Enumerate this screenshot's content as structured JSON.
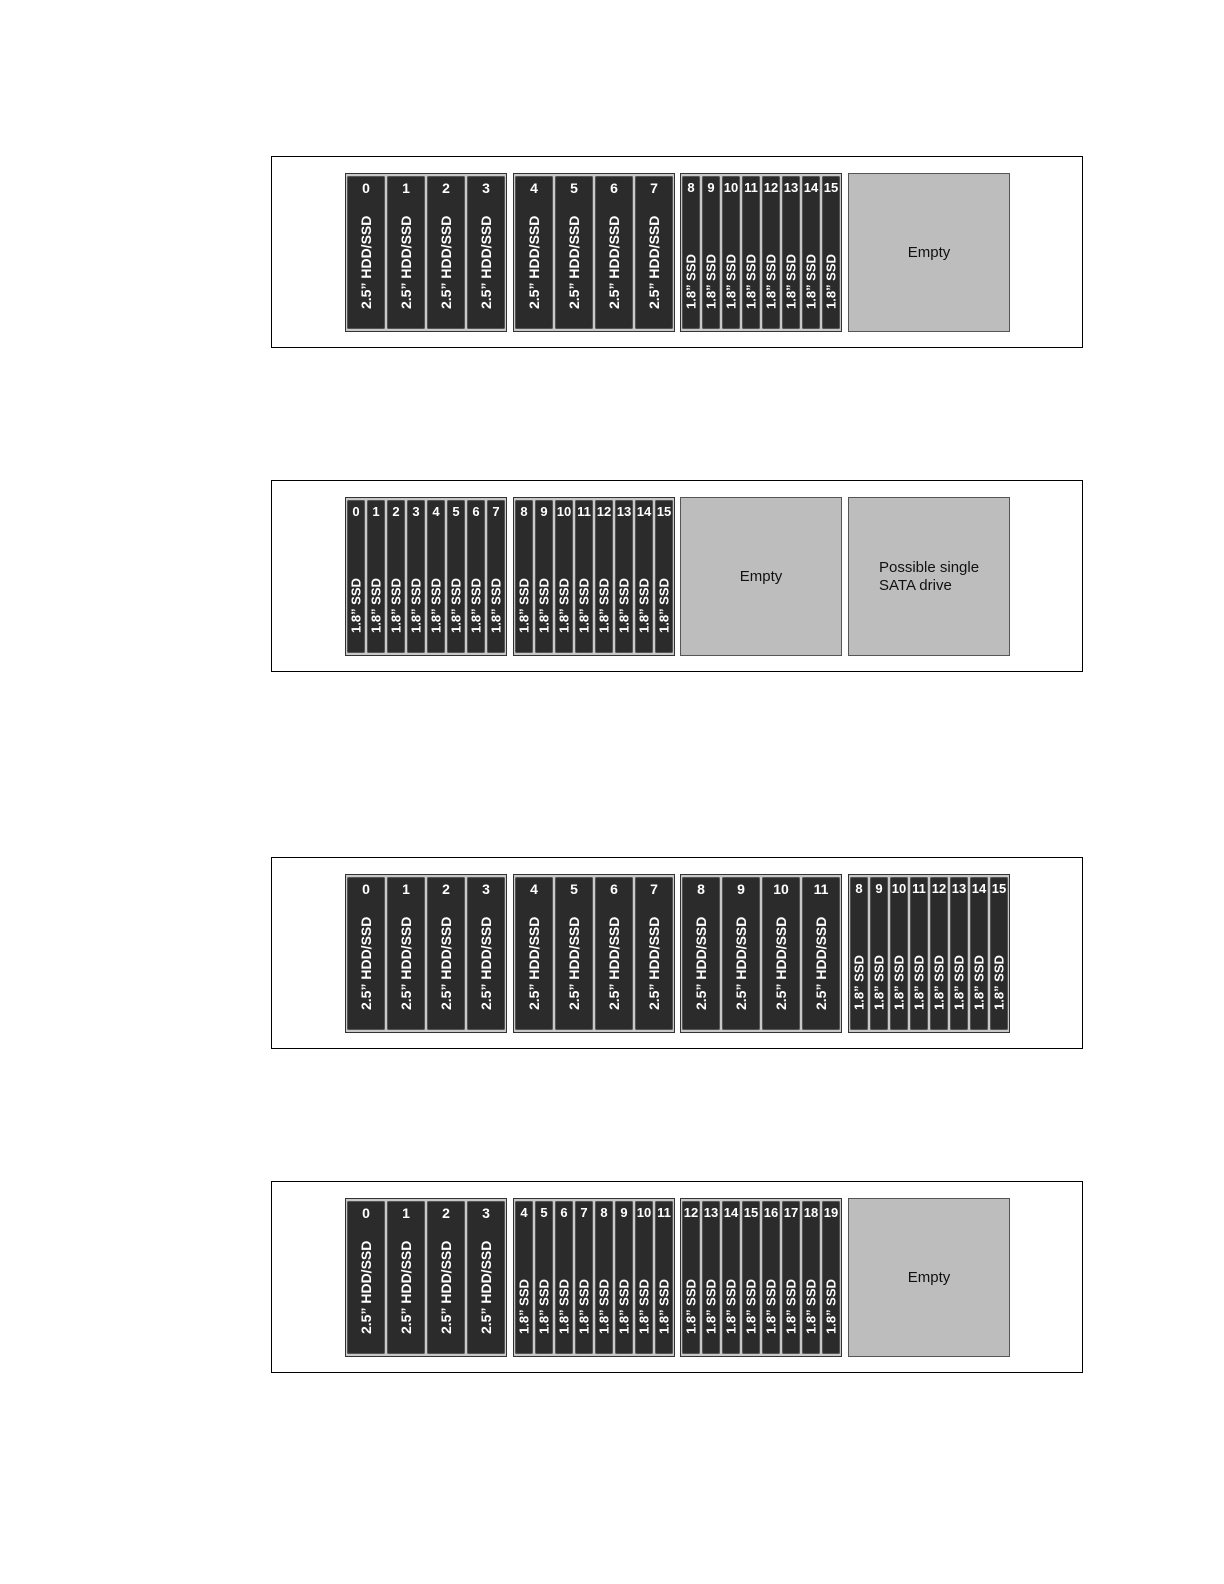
{
  "panels": [
    {
      "cages": [
        {
          "type": "drives",
          "bays": [
            {
              "num": "0",
              "label": "2.5” HDD/SSD"
            },
            {
              "num": "1",
              "label": "2.5” HDD/SSD"
            },
            {
              "num": "2",
              "label": "2.5” HDD/SSD"
            },
            {
              "num": "3",
              "label": "2.5” HDD/SSD"
            }
          ]
        },
        {
          "type": "drives",
          "bays": [
            {
              "num": "4",
              "label": "2.5” HDD/SSD"
            },
            {
              "num": "5",
              "label": "2.5” HDD/SSD"
            },
            {
              "num": "6",
              "label": "2.5” HDD/SSD"
            },
            {
              "num": "7",
              "label": "2.5” HDD/SSD"
            }
          ]
        },
        {
          "type": "drives",
          "bays": [
            {
              "num": "8",
              "label": "1.8” SSD"
            },
            {
              "num": "9",
              "label": "1.8” SSD"
            },
            {
              "num": "10",
              "label": "1.8” SSD"
            },
            {
              "num": "11",
              "label": "1.8” SSD"
            },
            {
              "num": "12",
              "label": "1.8” SSD"
            },
            {
              "num": "13",
              "label": "1.8” SSD"
            },
            {
              "num": "14",
              "label": "1.8” SSD"
            },
            {
              "num": "15",
              "label": "1.8” SSD"
            }
          ]
        },
        {
          "type": "empty",
          "text": "Empty"
        }
      ]
    },
    {
      "cages": [
        {
          "type": "drives",
          "bays": [
            {
              "num": "0",
              "label": "1.8” SSD"
            },
            {
              "num": "1",
              "label": "1.8” SSD"
            },
            {
              "num": "2",
              "label": "1.8” SSD"
            },
            {
              "num": "3",
              "label": "1.8” SSD"
            },
            {
              "num": "4",
              "label": "1.8” SSD"
            },
            {
              "num": "5",
              "label": "1.8” SSD"
            },
            {
              "num": "6",
              "label": "1.8” SSD"
            },
            {
              "num": "7",
              "label": "1.8” SSD"
            }
          ]
        },
        {
          "type": "drives",
          "bays": [
            {
              "num": "8",
              "label": "1.8” SSD"
            },
            {
              "num": "9",
              "label": "1.8” SSD"
            },
            {
              "num": "10",
              "label": "1.8” SSD"
            },
            {
              "num": "11",
              "label": "1.8” SSD"
            },
            {
              "num": "12",
              "label": "1.8” SSD"
            },
            {
              "num": "13",
              "label": "1.8” SSD"
            },
            {
              "num": "14",
              "label": "1.8” SSD"
            },
            {
              "num": "15",
              "label": "1.8” SSD"
            }
          ]
        },
        {
          "type": "empty",
          "text": "Empty"
        },
        {
          "type": "empty",
          "text": "Possible single\nSATA drive",
          "align": "left"
        }
      ]
    },
    {
      "cages": [
        {
          "type": "drives",
          "bays": [
            {
              "num": "0",
              "label": "2.5” HDD/SSD"
            },
            {
              "num": "1",
              "label": "2.5” HDD/SSD"
            },
            {
              "num": "2",
              "label": "2.5” HDD/SSD"
            },
            {
              "num": "3",
              "label": "2.5” HDD/SSD"
            }
          ]
        },
        {
          "type": "drives",
          "bays": [
            {
              "num": "4",
              "label": "2.5” HDD/SSD"
            },
            {
              "num": "5",
              "label": "2.5” HDD/SSD"
            },
            {
              "num": "6",
              "label": "2.5” HDD/SSD"
            },
            {
              "num": "7",
              "label": "2.5” HDD/SSD"
            }
          ]
        },
        {
          "type": "drives",
          "bays": [
            {
              "num": "8",
              "label": "2.5” HDD/SSD"
            },
            {
              "num": "9",
              "label": "2.5” HDD/SSD"
            },
            {
              "num": "10",
              "label": "2.5” HDD/SSD"
            },
            {
              "num": "11",
              "label": "2.5” HDD/SSD"
            }
          ]
        },
        {
          "type": "drives",
          "bays": [
            {
              "num": "8",
              "label": "1.8” SSD"
            },
            {
              "num": "9",
              "label": "1.8” SSD"
            },
            {
              "num": "10",
              "label": "1.8” SSD"
            },
            {
              "num": "11",
              "label": "1.8” SSD"
            },
            {
              "num": "12",
              "label": "1.8” SSD"
            },
            {
              "num": "13",
              "label": "1.8” SSD"
            },
            {
              "num": "14",
              "label": "1.8” SSD"
            },
            {
              "num": "15",
              "label": "1.8” SSD"
            }
          ]
        }
      ]
    },
    {
      "cages": [
        {
          "type": "drives",
          "bays": [
            {
              "num": "0",
              "label": "2.5” HDD/SSD"
            },
            {
              "num": "1",
              "label": "2.5” HDD/SSD"
            },
            {
              "num": "2",
              "label": "2.5” HDD/SSD"
            },
            {
              "num": "3",
              "label": "2.5” HDD/SSD"
            }
          ]
        },
        {
          "type": "drives",
          "bays": [
            {
              "num": "4",
              "label": "1.8” SSD"
            },
            {
              "num": "5",
              "label": "1.8” SSD"
            },
            {
              "num": "6",
              "label": "1.8” SSD"
            },
            {
              "num": "7",
              "label": "1.8” SSD"
            },
            {
              "num": "8",
              "label": "1.8” SSD"
            },
            {
              "num": "9",
              "label": "1.8” SSD"
            },
            {
              "num": "10",
              "label": "1.8” SSD"
            },
            {
              "num": "11",
              "label": "1.8” SSD"
            }
          ]
        },
        {
          "type": "drives",
          "bays": [
            {
              "num": "12",
              "label": "1.8” SSD"
            },
            {
              "num": "13",
              "label": "1.8” SSD"
            },
            {
              "num": "14",
              "label": "1.8” SSD"
            },
            {
              "num": "15",
              "label": "1.8” SSD"
            },
            {
              "num": "16",
              "label": "1.8” SSD"
            },
            {
              "num": "17",
              "label": "1.8” SSD"
            },
            {
              "num": "18",
              "label": "1.8” SSD"
            },
            {
              "num": "19",
              "label": "1.8” SSD"
            }
          ]
        },
        {
          "type": "empty",
          "text": "Empty"
        }
      ]
    }
  ]
}
